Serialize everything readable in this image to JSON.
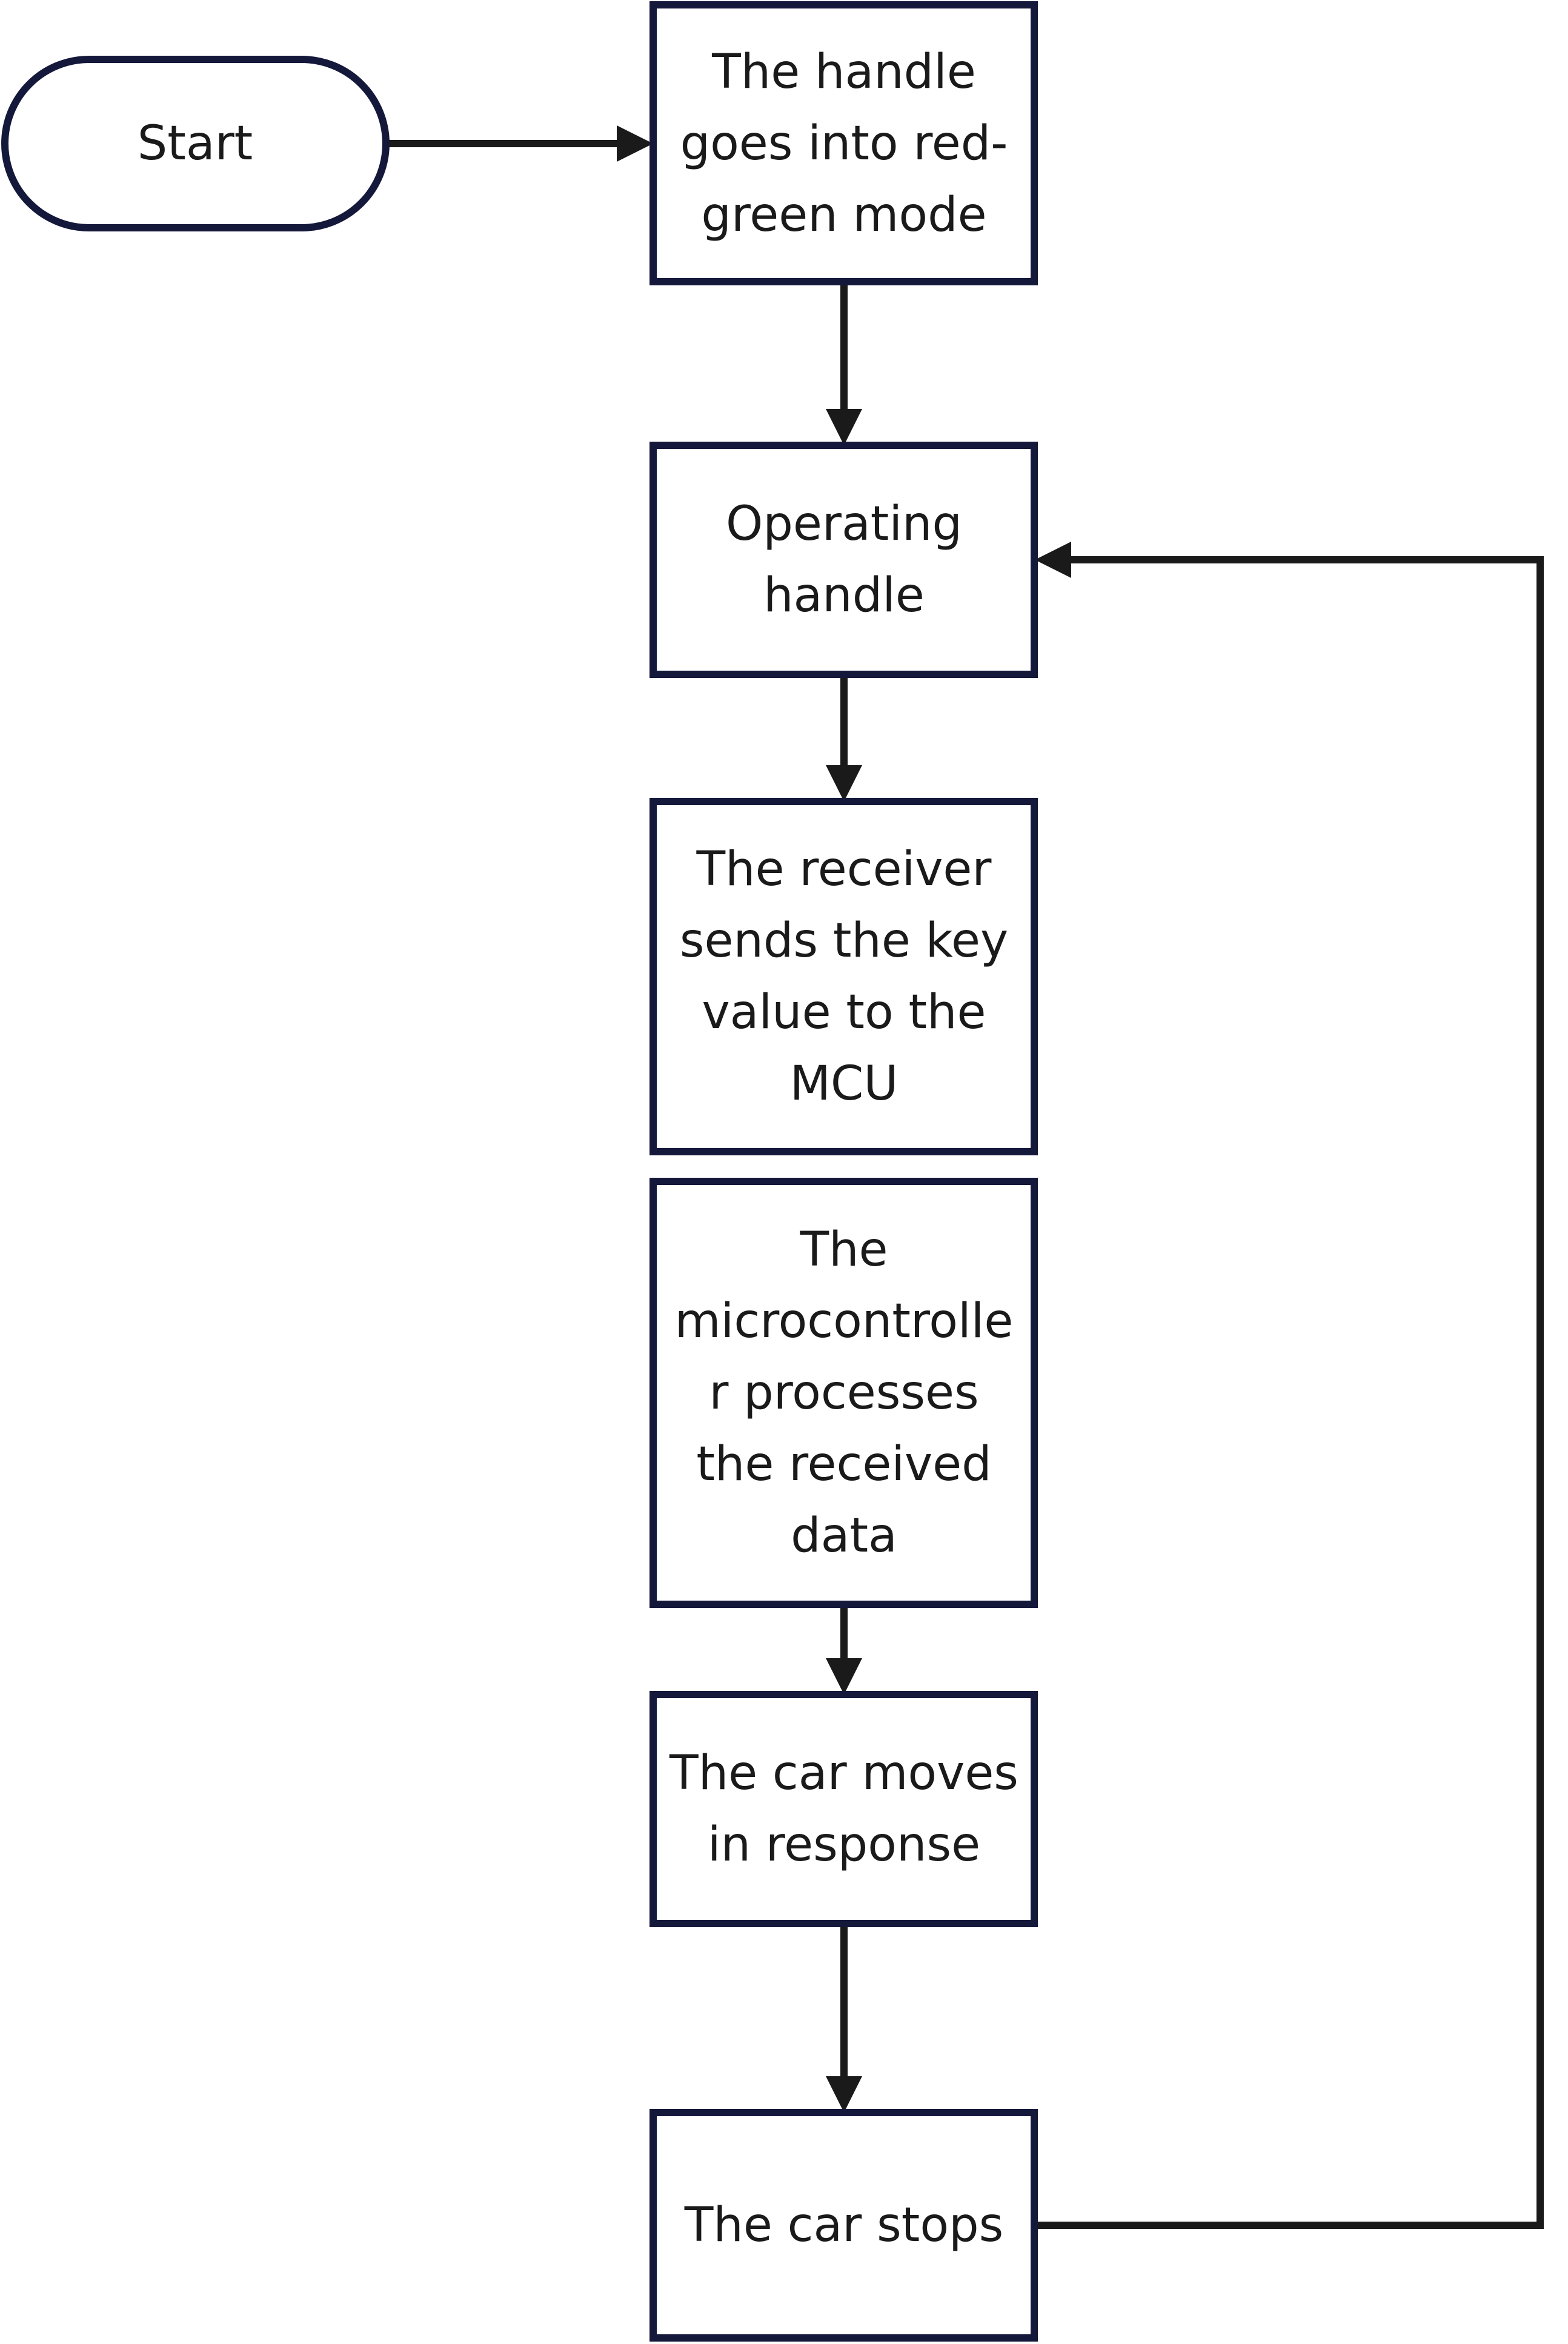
{
  "colors": {
    "node_border": "#14183a",
    "connector": "#1a1a1a",
    "text": "#1a1a1a",
    "background": "#ffffff"
  },
  "nodes": {
    "start": {
      "lines": [
        "Start"
      ]
    },
    "handle_mode": {
      "lines": [
        "The handle",
        "goes into red-",
        "green mode"
      ]
    },
    "operating_handle": {
      "lines": [
        "Operating",
        "handle"
      ]
    },
    "receiver_sends": {
      "lines": [
        "The receiver",
        "sends the key",
        "value to the",
        "MCU"
      ]
    },
    "mcu_processes": {
      "lines": [
        "The",
        "microcontrolle",
        "r processes",
        "the received",
        "data"
      ]
    },
    "car_moves": {
      "lines": [
        "The car moves",
        "in response"
      ]
    },
    "car_stops": {
      "lines": [
        "The car stops"
      ]
    }
  }
}
